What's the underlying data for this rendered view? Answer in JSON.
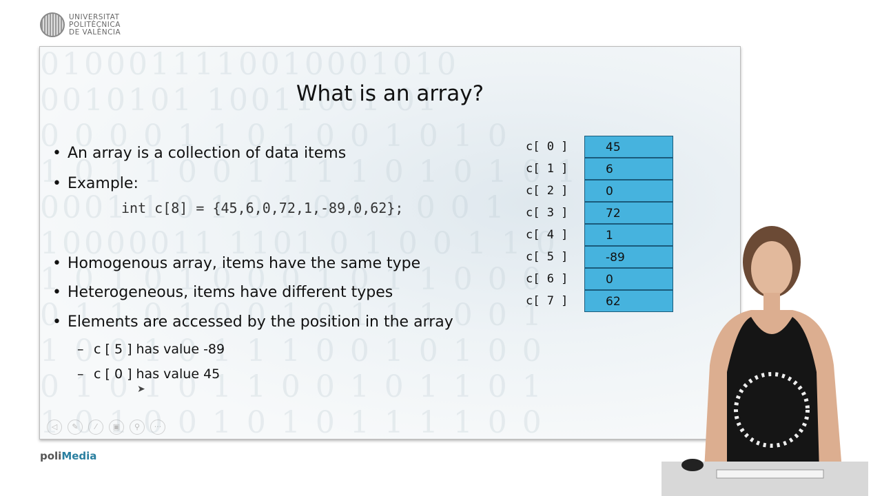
{
  "logo": {
    "lines": [
      "UNIVERSITAT",
      "POLITÈCNICA",
      "DE VALÈNCIA"
    ]
  },
  "slide": {
    "title": "What is an array?",
    "bullets": [
      "An array is a collection of data items",
      "Example:",
      "Homogenous array, items have the same type",
      "Heterogeneous, items have different types",
      "Elements are accessed by the position in the array"
    ],
    "code": "int c[8] = {45,6,0,72,1,-89,0,62};",
    "sub_bullets": [
      "c [ 5 ] has value -89",
      "c [ 0 ] has value 45"
    ],
    "array": {
      "labels": [
        "c[ 0 ]",
        "c[ 1 ]",
        "c[ 2 ]",
        "c[ 3 ]",
        "c[ 4 ]",
        "c[ 5 ]",
        "c[ 6 ]",
        "c[ 7 ]"
      ],
      "values": [
        "45",
        "6",
        "0",
        "72",
        "1",
        "-89",
        "0",
        "62"
      ],
      "cell_color": "#46b3de"
    },
    "toolbar": [
      "prev-icon",
      "pen-icon",
      "pencil-icon",
      "slides-icon",
      "zoom-icon",
      "more-icon"
    ]
  },
  "brand": {
    "prefix": "poli",
    "suffix": "Media"
  }
}
